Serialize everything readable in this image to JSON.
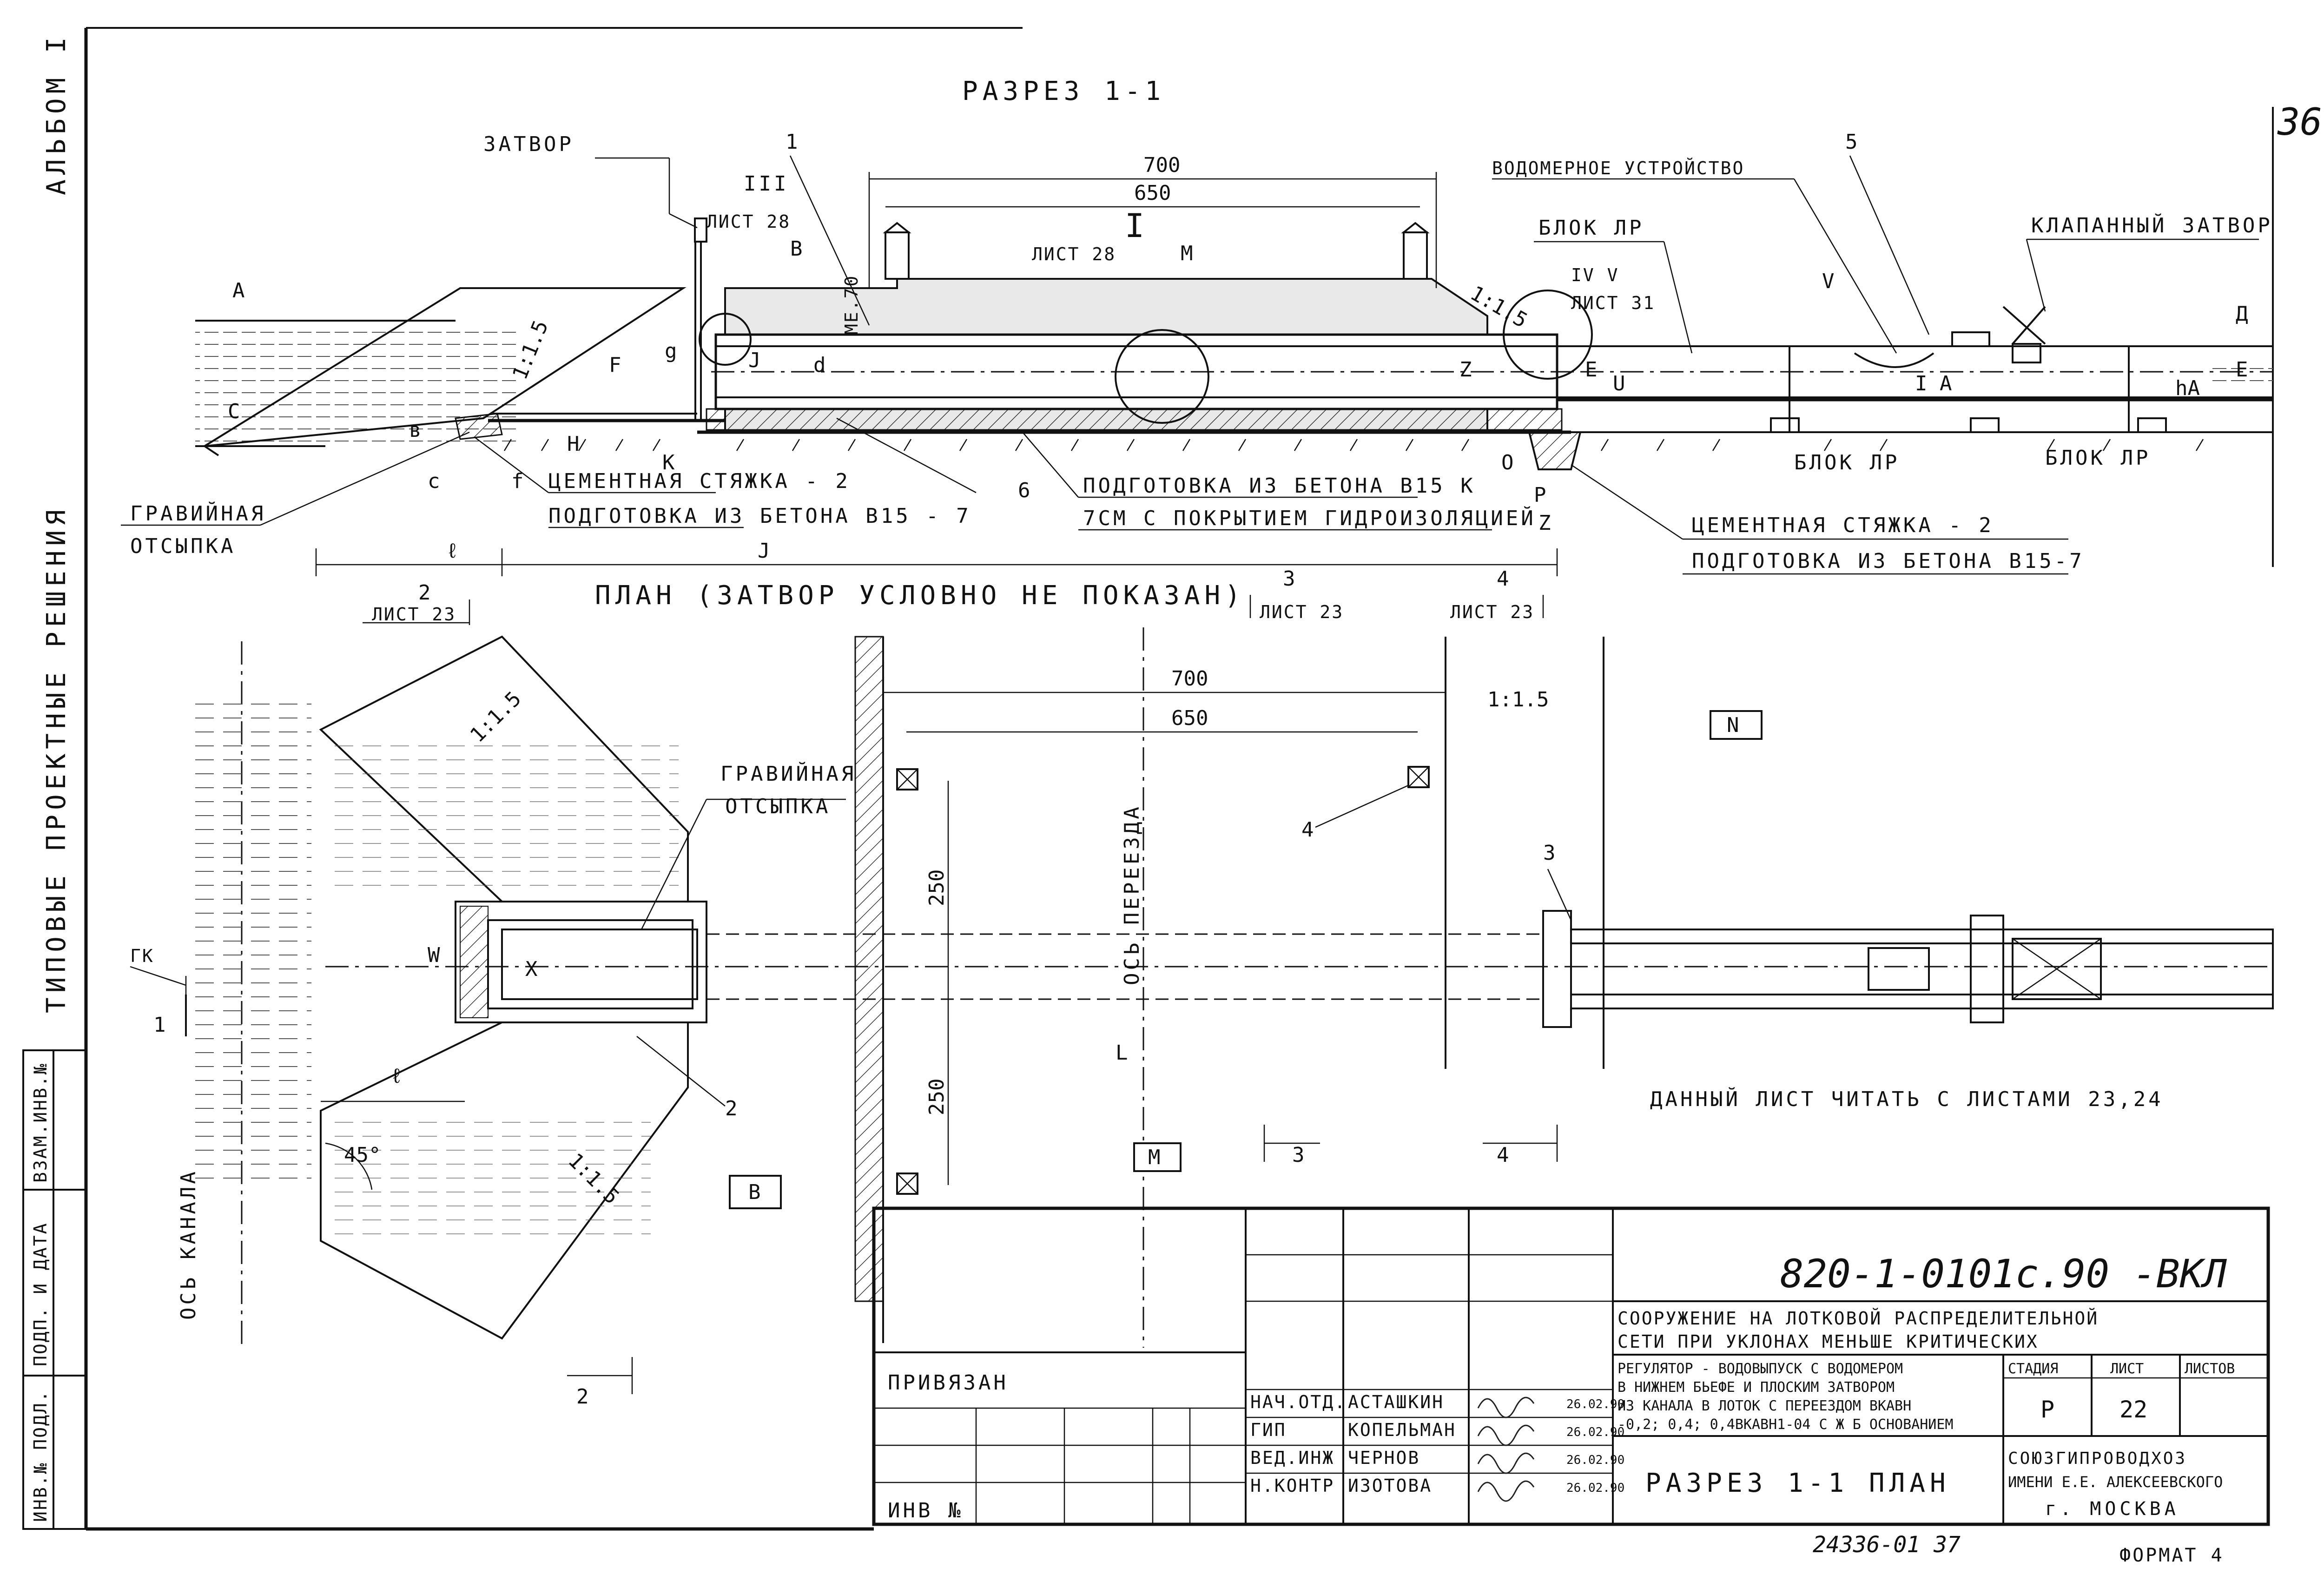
{
  "margin": {
    "album": "АЛЬБОМ I",
    "series": "ТИПОВЫЕ ПРОЕКТНЫЕ РЕШЕНИЯ",
    "stamp_vzam": "ВЗАМ.ИНВ.№",
    "stamp_podp": "ПОДП. И ДАТА",
    "stamp_inv": "ИНВ.№ ПОДЛ."
  },
  "page_number": "36",
  "section": {
    "title": "РАЗРЕЗ 1-1",
    "zatvor": "ЗАТВОР",
    "ref_III": "III",
    "list28a": "ЛИСТ 28",
    "ref_I": "I",
    "list28b": "ЛИСТ 28",
    "ref_IVV": "IV V",
    "list31": "ЛИСТ 31",
    "vodomer": "ВОДОМЕРНОЕ УСТРОЙСТВО",
    "blok_ar_top": "БЛОК ЛР",
    "klapan": "КЛАПАННЫЙ ЗАТВОР",
    "blok_ar_bot1": "БЛОК ЛР",
    "blok_ar_bot2": "БЛОК ЛР",
    "cement1": "ЦЕМЕНТНАЯ СТЯЖКА - 2",
    "podgot1": "ПОДГОТОВКА ИЗ БЕТОНА В15 - 7",
    "podgot_k": "ПОДГОТОВКА ИЗ БЕТОНА В15 К",
    "hydro": "7СМ С ПОКРЫТИЕМ ГИДРОИЗОЛЯЦИЕЙ",
    "cement2": "ЦЕМЕНТНАЯ СТЯЖКА - 2",
    "podgot2": "ПОДГОТОВКА ИЗ БЕТОНА В15-7",
    "gravel": "ГРАВИЙНАЯ",
    "gravel2": "ОТСЫПКА",
    "dim_700": "700",
    "dim_650": "650",
    "slope_a": "1:1.5",
    "slope_b": "1:1.5",
    "lbl_A": "А",
    "lbl_C": "С",
    "lbl_B": "В",
    "lbl_F": "F",
    "lbl_H": "Н",
    "lbl_J": "J",
    "lbl_d": "d",
    "lbl_g": "g",
    "lbl_K": "К",
    "lbl_M": "М",
    "lbl_Z": "Z",
    "lbl_E": "Е",
    "lbl_U": "U",
    "lbl_O": "О",
    "lbl_P": "Р",
    "lbl_D": "Д",
    "lbl_E2": "Е",
    "lbl_l": "ℓ",
    "lbl_f": "f",
    "lbl_c": "с",
    "lbl_b": "в",
    "lbl_J2": "J",
    "lbl_Z2": "Z",
    "lbl_V": "V",
    "lbl_IA": "I А",
    "lbl_hA": "hА",
    "lbl_mm": "МЕ.70",
    "num1": "1",
    "num5": "5",
    "num6": "6"
  },
  "refs": {
    "r2": "2",
    "list23a": "ЛИСТ 23",
    "r3": "3",
    "list23b": "ЛИСТ 23",
    "r4": "4",
    "list23c": "ЛИСТ 23"
  },
  "plan": {
    "title": "ПЛАН (ЗАТВОР УСЛОВНО НЕ ПОКАЗАН)",
    "dim_700": "700",
    "dim_650": "650",
    "dim_250a": "250",
    "dim_250b": "250",
    "slope_a": "1:1.5",
    "slope_b": "1:1.5",
    "slope_c": "1:1.5",
    "gravel": "ГРАВИЙНАЯ",
    "gravel2": "ОТСЫПКА",
    "axis_pereezd": "ОСЬ ПЕРЕЕЗДА",
    "axis_kanal": "ОСЬ КАНАЛА",
    "gk": "ГК",
    "cut1": "1",
    "angle": "45°",
    "lbl_W": "W",
    "lbl_X": "Х",
    "lbl_l": "ℓ",
    "lbl_L": "L",
    "box_N": "N",
    "box_B": "В",
    "box_M": "М",
    "num2": "2",
    "num3": "3",
    "num4": "4",
    "cut3": "3",
    "cut4": "4",
    "cut2": "2",
    "note": "ДАННЫЙ ЛИСТ ЧИТАТЬ С ЛИСТАМИ 23,24"
  },
  "titleblock": {
    "code": "820-1-0101с.90 -ВКЛ",
    "project_line1": "СООРУЖЕНИЕ НА ЛОТКОВОЙ РАСПРЕДЕЛИТЕЛЬНОЙ",
    "project_line2": "СЕТИ ПРИ УКЛОНАХ МЕНЬШЕ КРИТИЧЕСКИХ",
    "desc_line1": "РЕГУЛЯТОР - ВОДОВЫПУСК С ВОДОМЕРОМ",
    "desc_line2": "В НИЖНЕМ БЬЕФЕ И ПЛОСКИМ ЗАТВОРОМ",
    "desc_line3": "ИЗ КАНАЛА В ЛОТОК С ПЕРЕЕЗДОМ ВКАВН",
    "desc_line4": "-0,2; 0,4; 0,4ВКАВН1-04 С Ж Б ОСНОВАНИЕМ",
    "stage_h": "СТАДИЯ",
    "sheet_h": "ЛИСТ",
    "sheets_h": "ЛИСТОВ",
    "stage_v": "Р",
    "sheet_v": "22",
    "sheet_title": "РАЗРЕЗ 1-1  ПЛАН",
    "org1": "СОЮЗГИПРОВОДХОЗ",
    "org2": "ИМЕНИ Е.Е. АЛЕКСЕЕВСКОГО",
    "org3": "г. МОСКВА",
    "privyazan": "ПРИВЯЗАН",
    "inv": "ИНВ №",
    "roles": [
      "НАЧ.ОТД.",
      "ГИП",
      "ВЕД.ИНЖ",
      "Н.КОНТР"
    ],
    "names": [
      "АСТАШКИН",
      "КОПЕЛЬМАН",
      "ЧЕРНОВ",
      "ИЗОТОВА"
    ],
    "dates": [
      "26.02.90",
      "26.02.90",
      "26.02.90",
      "26.02.90"
    ],
    "archive": "24336-01  37",
    "format": "ФОРМАТ 4"
  }
}
